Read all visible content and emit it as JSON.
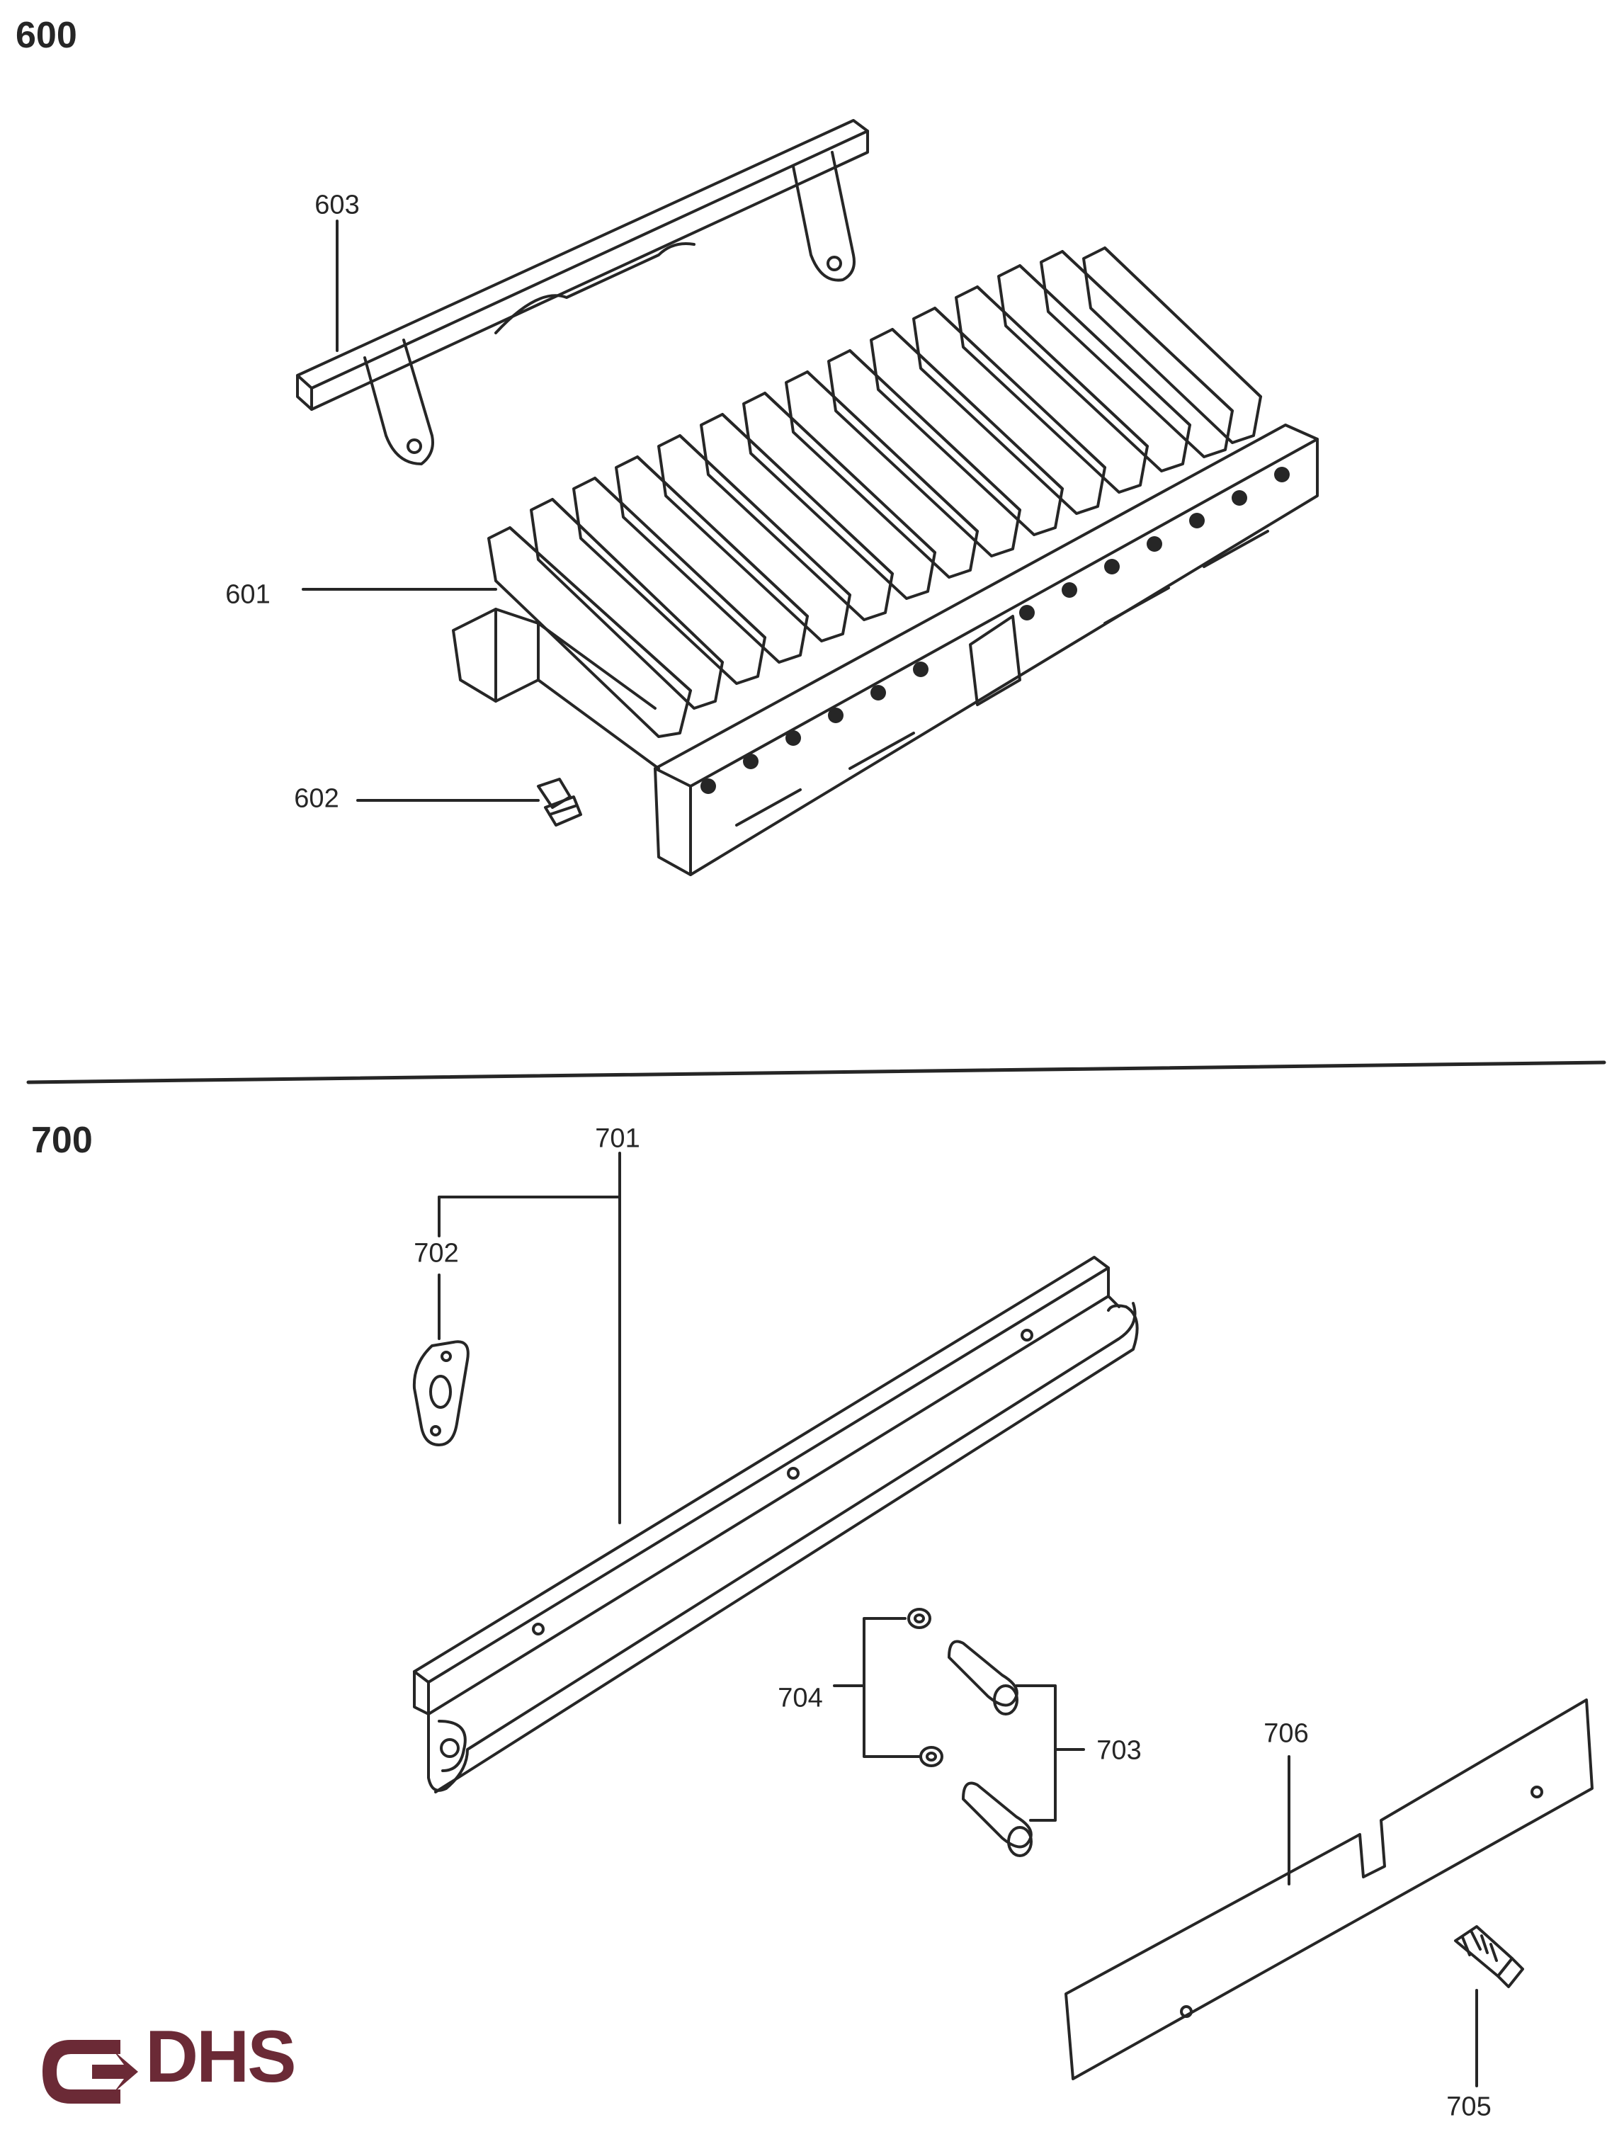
{
  "sections": [
    {
      "number": "600",
      "callouts": [
        "601",
        "602",
        "603"
      ]
    },
    {
      "number": "700",
      "callouts": [
        "701",
        "702",
        "703",
        "704",
        "705",
        "706"
      ]
    }
  ],
  "brand": {
    "name": "DHS",
    "color": "#6b2a36"
  },
  "ink_color": "#262626"
}
